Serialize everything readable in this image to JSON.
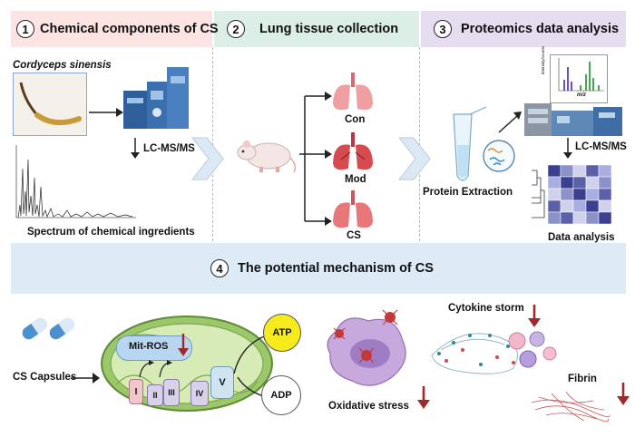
{
  "sections": {
    "s1": {
      "number": "1",
      "title": "Chemical components of CS"
    },
    "s2": {
      "number": "2",
      "title": "Lung tissue collection"
    },
    "s3": {
      "number": "3",
      "title": "Proteomics data analysis"
    },
    "s4": {
      "number": "4",
      "title": "The potential mechanism of CS"
    }
  },
  "panel1": {
    "species": "Cordyceps sinensis",
    "method": "LC-MS/MS",
    "spectrum_caption": "Spectrum of chemical ingredients"
  },
  "panel2": {
    "groups": [
      "Con",
      "Mod",
      "CS"
    ]
  },
  "panel3": {
    "extraction": "Protein Extraction",
    "method": "LC-MS/MS",
    "analysis": "Data analysis",
    "ms_xlabel": "m/z",
    "ms_ylabel": "intensity/counts"
  },
  "panel4": {
    "capsules": "CS Capsules",
    "mit_ros": "Mit-ROS",
    "complexes": [
      "I",
      "II",
      "III",
      "IV",
      "V"
    ],
    "atp": "ATP",
    "adp": "ADP",
    "oxidative": "Oxidative stress",
    "cytokine": "Cytokine storm",
    "fibrin": "Fibrin"
  },
  "colors": {
    "section1_bg": "#fbe4e2",
    "section2_bg": "#dcefe7",
    "section3_bg": "#e6ddf1",
    "section4_bg": "#dcebf6",
    "down_arrow": "#9e2a2b",
    "atp_fill": "#f6ec1d",
    "mito_outer": "#8bbf5a",
    "lung": "#e8777a"
  }
}
